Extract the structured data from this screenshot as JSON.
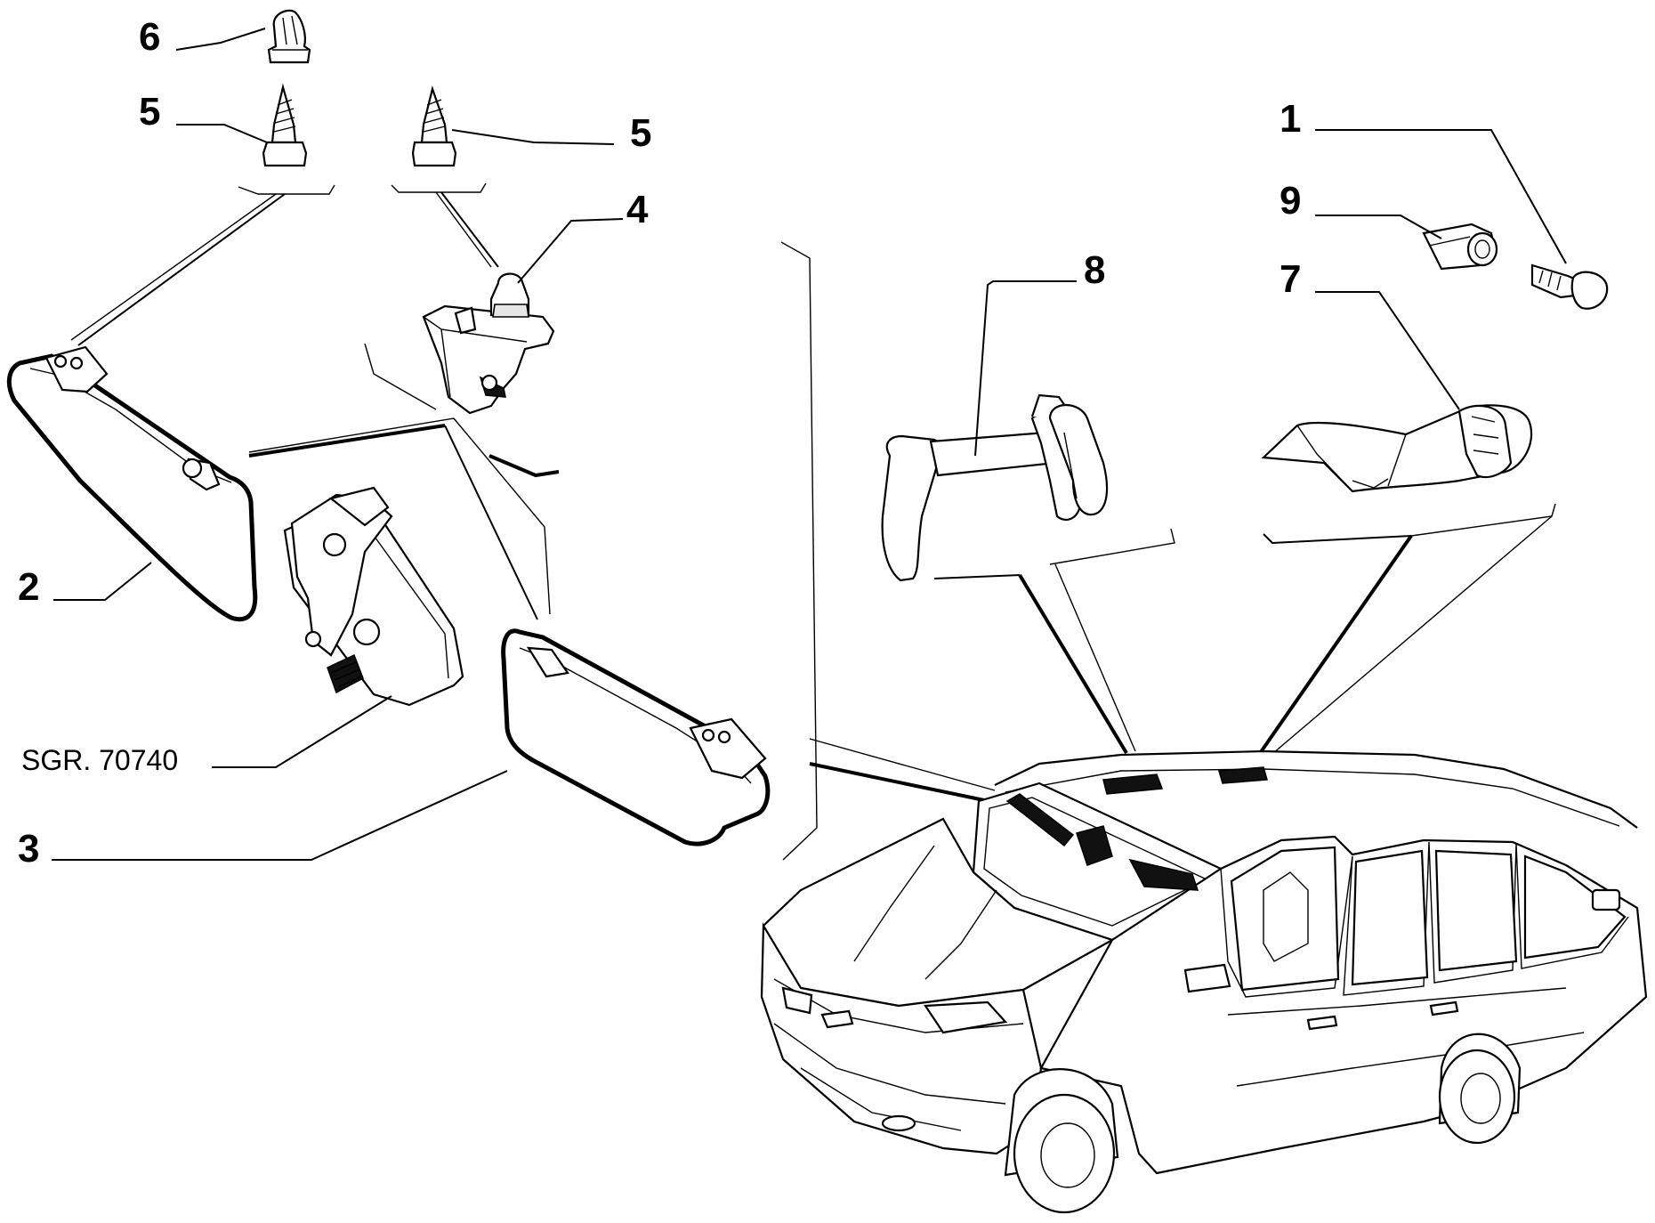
{
  "diagram": {
    "reference_code": "SGR. 70740",
    "callouts": [
      {
        "id": "c1",
        "label": "1"
      },
      {
        "id": "c2",
        "label": "2"
      },
      {
        "id": "c3",
        "label": "3"
      },
      {
        "id": "c4",
        "label": "4"
      },
      {
        "id": "c5a",
        "label": "5"
      },
      {
        "id": "c5b",
        "label": "5"
      },
      {
        "id": "c6",
        "label": "6"
      },
      {
        "id": "c7",
        "label": "7"
      },
      {
        "id": "c8",
        "label": "8"
      },
      {
        "id": "c9",
        "label": "9"
      }
    ]
  }
}
